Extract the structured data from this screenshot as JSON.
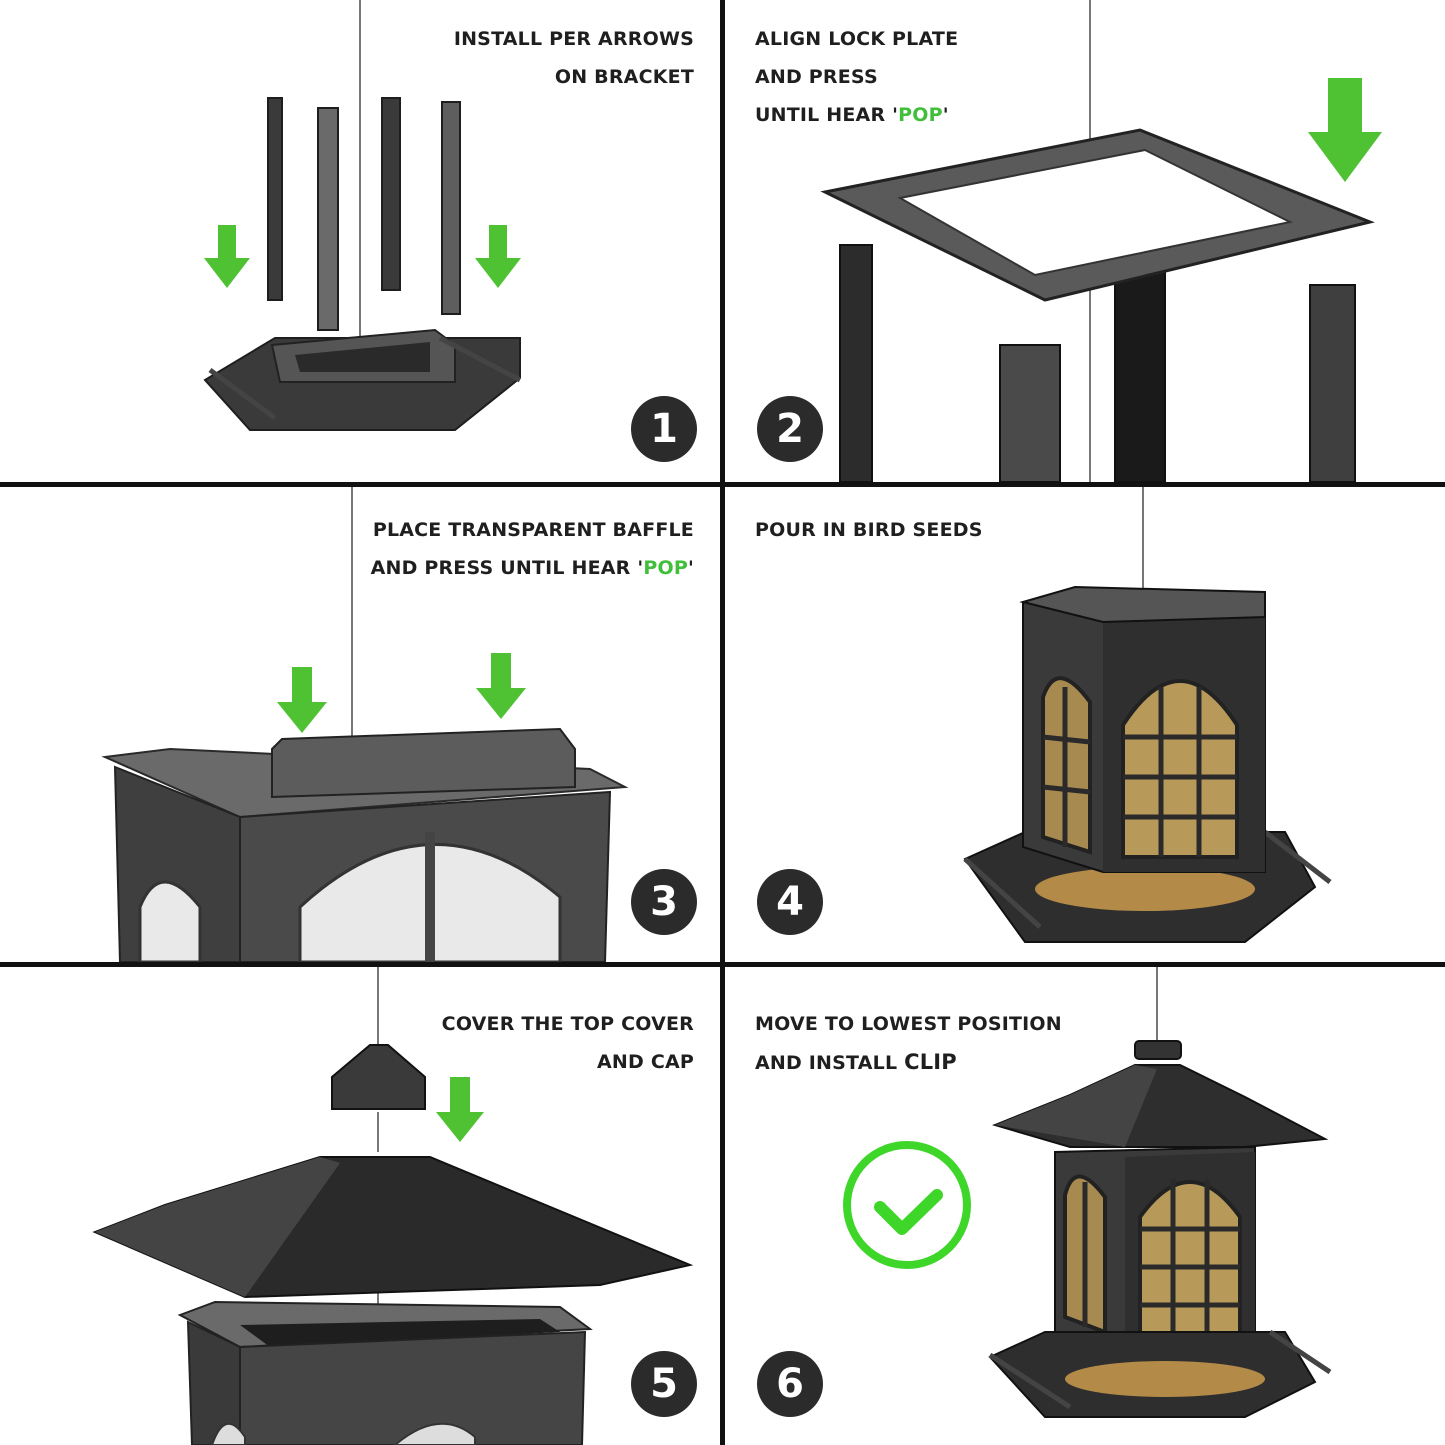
{
  "colors": {
    "accent": "#3fbf3a",
    "badge": "#2b2b2b",
    "divider": "#111111"
  },
  "steps": [
    {
      "number": "1",
      "caption": [
        "INSTALL PER ARROWS",
        "ON BRACKET"
      ]
    },
    {
      "number": "2",
      "caption_line1": "ALIGN LOCK PLATE",
      "caption_line2": "AND PRESS",
      "caption_line3_prefix": "UNTIL HEAR '",
      "caption_line3_highlight": "POP",
      "caption_line3_suffix": "'"
    },
    {
      "number": "3",
      "caption_line1": "PLACE TRANSPARENT BAFFLE",
      "caption_line2_prefix": "AND PRESS UNTIL HEAR '",
      "caption_line2_highlight": "POP",
      "caption_line2_suffix": "'"
    },
    {
      "number": "4",
      "caption": [
        "POUR IN BIRD SEEDS"
      ]
    },
    {
      "number": "5",
      "caption": [
        "COVER THE TOP COVER",
        "AND CAP"
      ]
    },
    {
      "number": "6",
      "caption_line1": "MOVE TO LOWEST POSITION",
      "caption_line2_prefix": "AND INSTALL ",
      "caption_line2_strong": "CLIP"
    }
  ],
  "icons": {
    "arrow": "down-arrow-icon",
    "check": "checkmark-circle-icon"
  }
}
